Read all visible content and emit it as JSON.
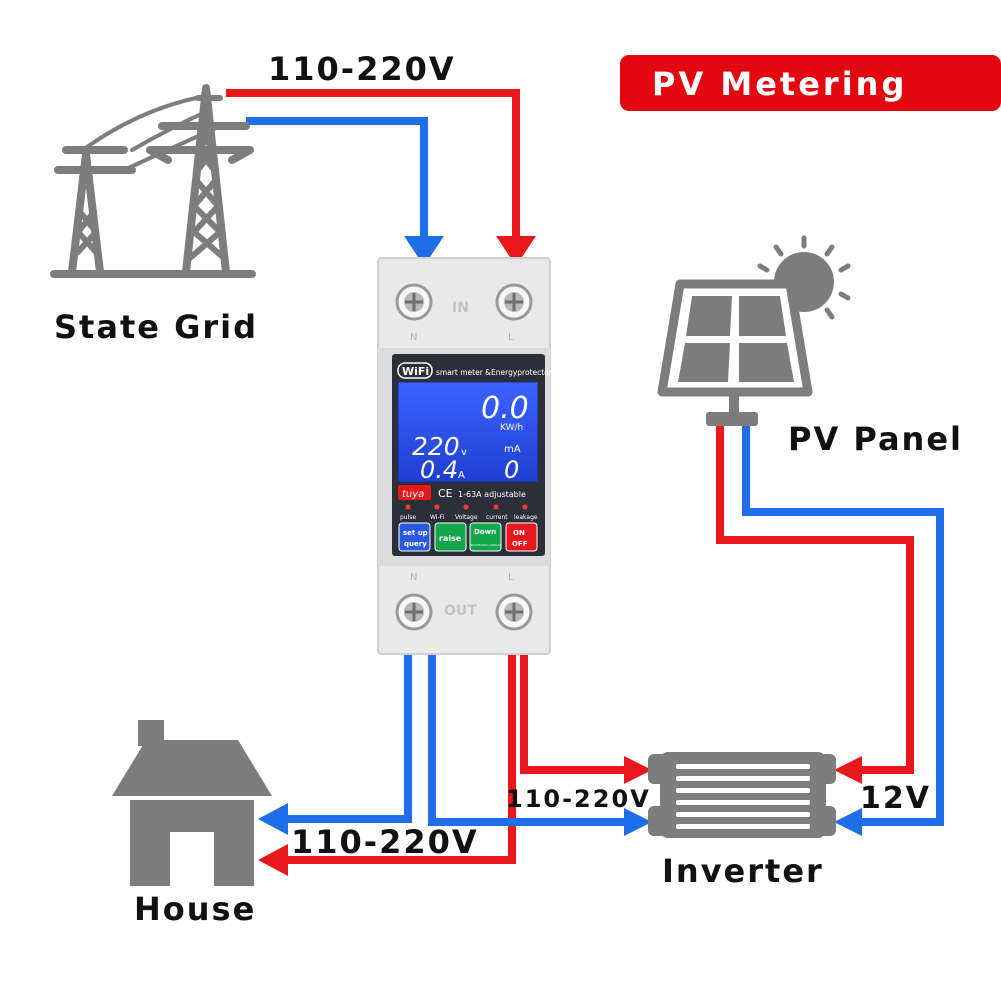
{
  "title": "PV Metering",
  "labels": {
    "grid_voltage": "110-220V",
    "state_grid": "State Grid",
    "pv_panel": "PV Panel",
    "house": "House",
    "house_voltage": "110-220V",
    "inverter_ac_voltage": "110-220V",
    "inverter": "Inverter",
    "dc_voltage": "12V"
  },
  "meter": {
    "top_terminal_label": "IN",
    "bottom_terminal_label": "OUT",
    "n_mark": "N",
    "l_mark": "L",
    "wifi": "WiFi",
    "header": "smart meter &Energyprotector",
    "energy_value": "0.0",
    "energy_unit": "KW/h",
    "voltage_value": "220",
    "voltage_unit": "v",
    "current_value": "0.4",
    "current_unit": "A",
    "leak_unit": "mA",
    "leak_value": "0",
    "brand": "tuya",
    "ce": "CE",
    "rating": "1-63A adjustable",
    "indicators": [
      "pulse",
      "Wi-Fi",
      "Voltage",
      "current",
      "leakage"
    ],
    "buttons": {
      "setup_line1": "set up",
      "setup_line2": "query",
      "raise": "raise",
      "down_line1": "Down",
      "down_line2": "Distribution network",
      "on_line1": "ON",
      "on_line2": "OFF"
    }
  },
  "colors": {
    "live": "#e8171b",
    "neutral": "#1e6ee8",
    "title_bg": "#e3080f",
    "icon_gray": "#7d7d7d",
    "meter_body": "#e9e9ea",
    "lcd": "#2a4fe2"
  }
}
